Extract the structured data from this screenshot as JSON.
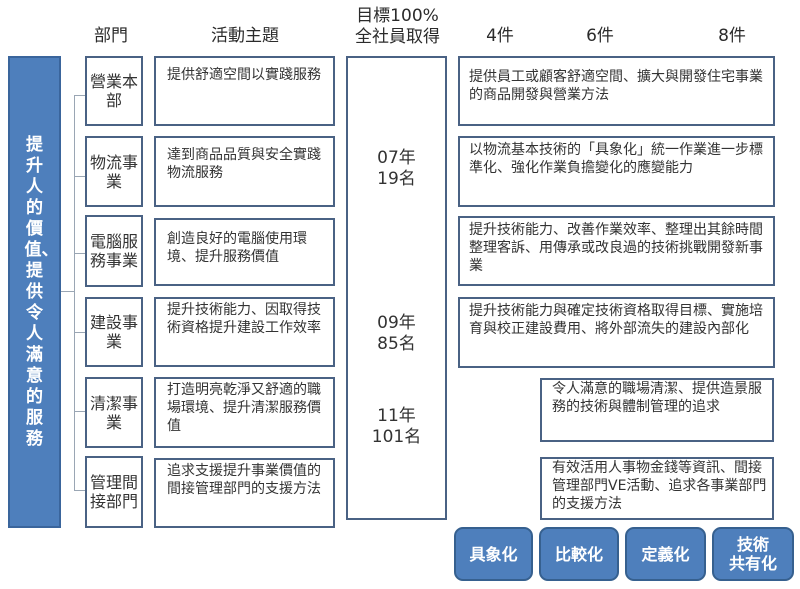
{
  "headers": {
    "department": "部門",
    "theme": "活動主題",
    "goal_line1": "目標100%",
    "goal_line2": "全社員取得",
    "count4": "4件",
    "count6": "6件",
    "count8": "8件"
  },
  "main_goal": "提升人的價值、提供令人滿意的服務",
  "rows": [
    {
      "department": "營業本部",
      "theme": "提供舒適空間以實踐服務",
      "plan": "提供員工或顧客舒適空間、擴大與開發住宅事業的商品開發與營業方法"
    },
    {
      "department": "物流事業",
      "theme": "達到商品品質與安全實踐物流服務",
      "plan": "以物流基本技術的「具象化」統一作業進一步標準化、強化作業負擔變化的應變能力"
    },
    {
      "department": "電腦服務事業",
      "theme": "創造良好的電腦使用環境、提升服務價值",
      "plan": "提升技術能力、改善作業效率、整理出其餘時間整理客訴、用傳承或改良過的技術挑戰開發新事業"
    },
    {
      "department": "建設事業",
      "theme": "提升技術能力、因取得技術資格提升建設工作效率",
      "plan": "提升技術能力與確定技術資格取得目標、實施培育與校正建設費用、將外部流失的建設內部化"
    },
    {
      "department": "清潔事業",
      "theme": "打造明亮乾淨又舒適的職場環境、提升清潔服務價值",
      "plan": "令人滿意的職場清潔、提供造景服務的技術與體制管理的追求"
    },
    {
      "department": "管理間接部門",
      "theme": "追求支援提升事業價值的間接管理部門的支援方法",
      "plan": "有效活用人事物金錢等資訊、間接管理部門VE活動、追求各事業部門的支援方法"
    }
  ],
  "goals": [
    {
      "year": "07年",
      "count": "19名"
    },
    {
      "year": "09年",
      "count": "85名"
    },
    {
      "year": "11年",
      "count": "101名"
    }
  ],
  "buttons": [
    {
      "line1": "具象化",
      "line2": ""
    },
    {
      "line1": "比較化",
      "line2": ""
    },
    {
      "line1": "定義化",
      "line2": ""
    },
    {
      "line1": "技術",
      "line2": "共有化"
    }
  ],
  "colors": {
    "accent_blue": "#4e7fbc",
    "box_border": "#4a6284",
    "connector": "#9aa6b4"
  }
}
